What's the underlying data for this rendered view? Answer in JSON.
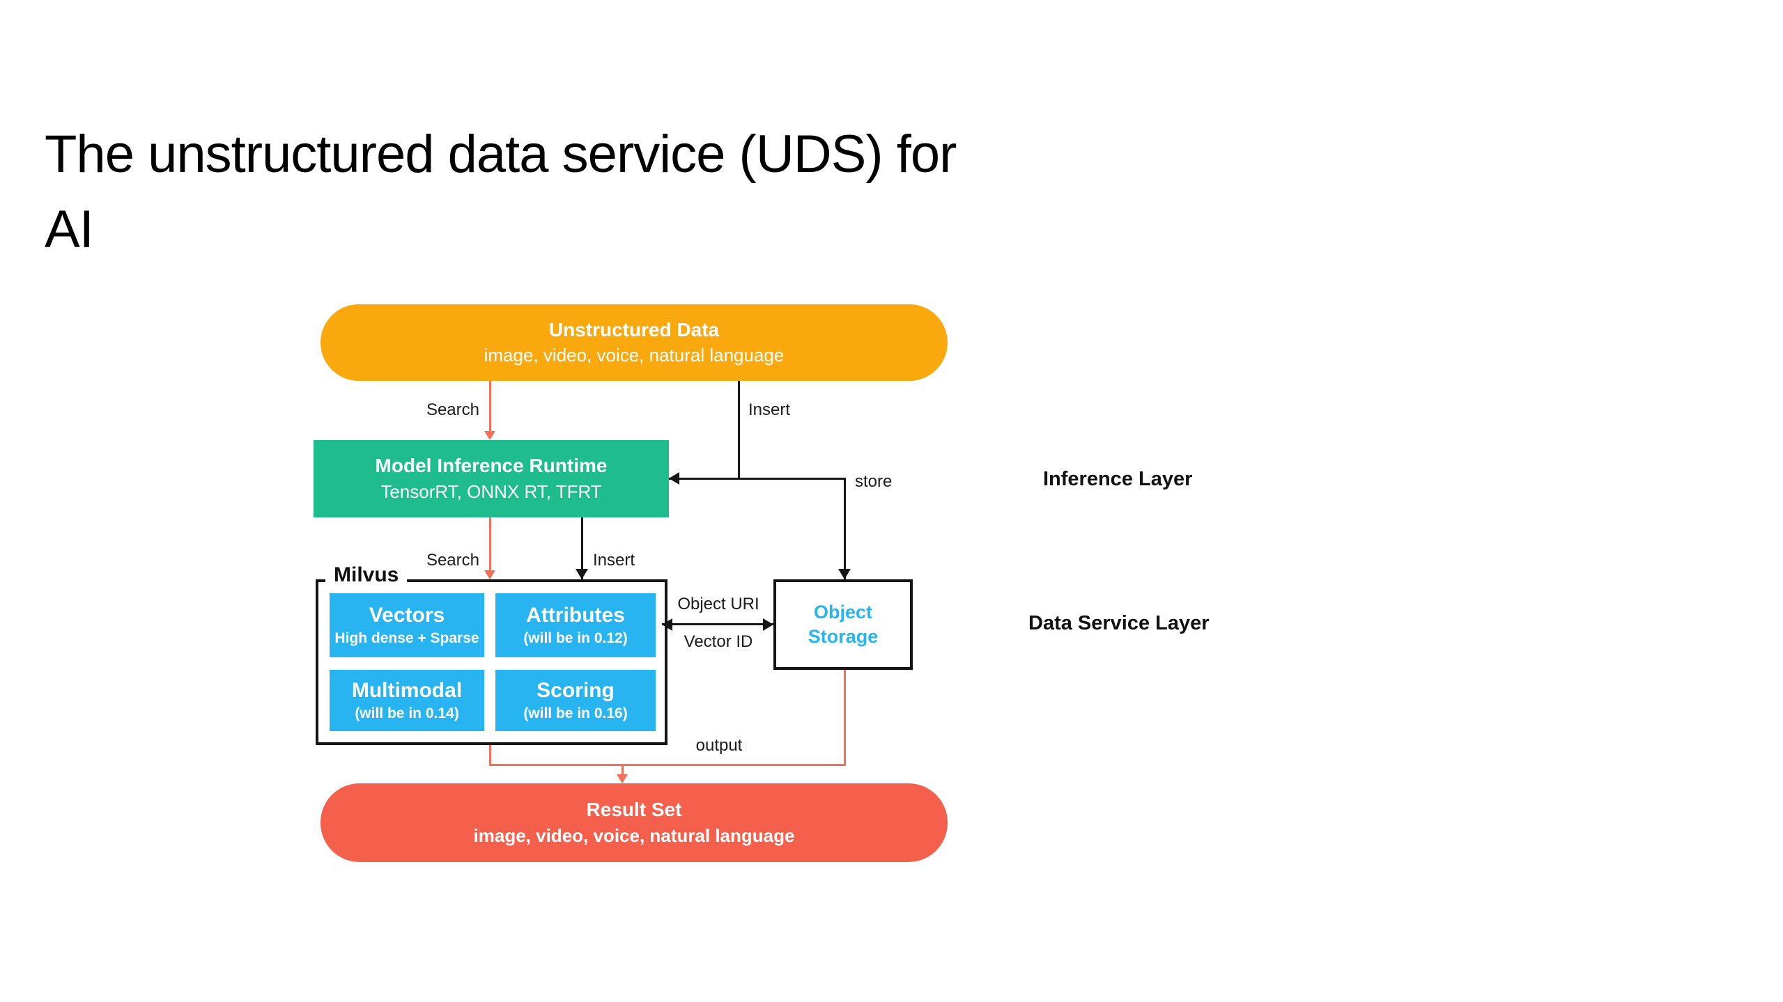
{
  "slide": {
    "title_lines": [
      "The unstructured data service (UDS) for",
      "AI"
    ]
  },
  "colors": {
    "orange": "#F9A80D",
    "green": "#1FBD8E",
    "blue": "#28B4F0",
    "coral": "#F5604C",
    "arrow_red": "#F2705A",
    "arrow_black": "#161616"
  },
  "nodes": {
    "unstructured_data": {
      "title": "Unstructured Data",
      "subtitle": "image, video, voice, natural language"
    },
    "model_inference": {
      "title": "Model Inference Runtime",
      "subtitle": "TensorRT, ONNX RT, TFRT"
    },
    "milvus": {
      "label": "Milvus",
      "cells": [
        {
          "title": "Vectors",
          "subtitle": "High dense + Sparse"
        },
        {
          "title": "Attributes",
          "subtitle": "(will be in 0.12)"
        },
        {
          "title": "Multimodal",
          "subtitle": "(will be in 0.14)"
        },
        {
          "title": "Scoring",
          "subtitle": "(will be in 0.16)"
        }
      ]
    },
    "object_storage": {
      "title": "Object Storage"
    },
    "result_set": {
      "title": "Result Set",
      "subtitle": "image, video, voice, natural language"
    }
  },
  "edge_labels": {
    "search_top": "Search",
    "insert_top": "Insert",
    "store": "store",
    "search_mid": "Search",
    "insert_mid": "Insert",
    "object_uri": "Object URI",
    "vector_id": "Vector ID",
    "output": "output"
  },
  "layer_labels": {
    "inference": "Inference Layer",
    "data_service": "Data Service Layer"
  }
}
